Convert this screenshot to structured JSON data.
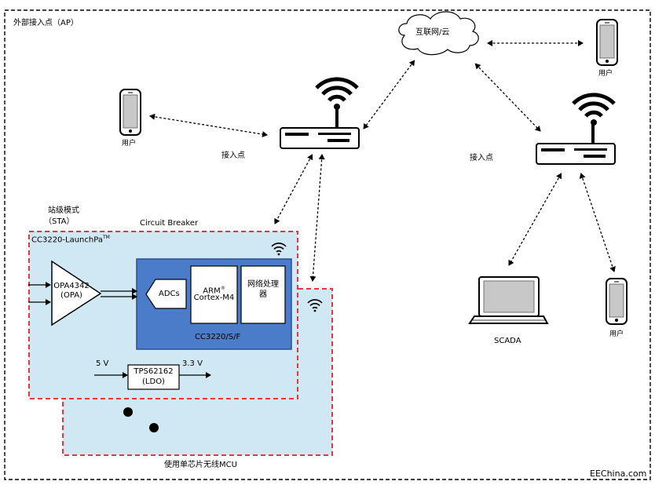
{
  "outer_title": "外部接入点（AP）",
  "cloud_label": "互联网/云",
  "ap_left_label": "接入点",
  "ap_right_label": "接入点",
  "user_label": "用户",
  "sta_label": "站级模式",
  "sta_sub": "（STA）",
  "circuit_breaker": "Circuit Breaker",
  "launchpad": "CC3220-LaunchPa",
  "launchpad_tm": "TM",
  "opa_name": "OPA4342",
  "opa_sub": "(OPA)",
  "adcs": "ADCs",
  "arm": "ARM",
  "arm_reg": "®",
  "cortex": "Cortex-M4",
  "net_proc_1": "网络处理",
  "net_proc_2": "器",
  "cc3220": "CC3220/S/F",
  "tps_name": "TPS62162",
  "tps_sub": "(LDO)",
  "v_in": "5 V",
  "v_out": "3.3 V",
  "scada": "SCADA",
  "bottom_caption": "使用单芯片无线MCU",
  "watermark": "EEChina.com",
  "colors": {
    "red_dash": "#e8343a",
    "light_blue": "#cfe8f3",
    "chip_blue": "#4a7cc9",
    "black": "#000000"
  }
}
